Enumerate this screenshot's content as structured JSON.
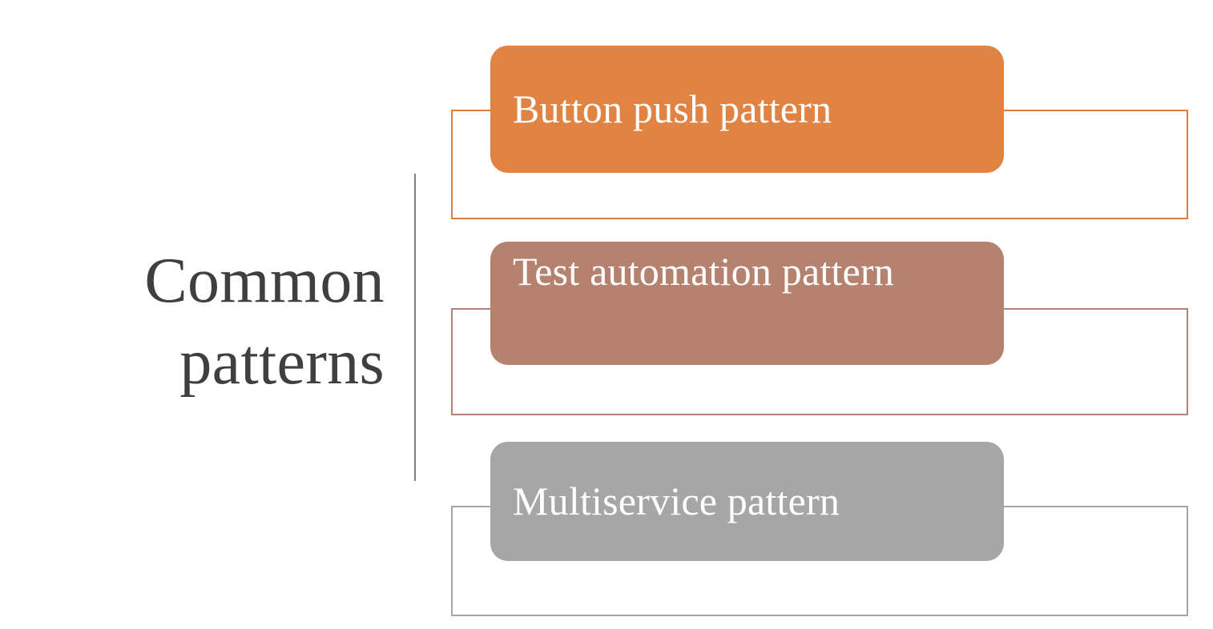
{
  "slide": {
    "title": "Common\npatterns",
    "title_color": "#3f3f3f",
    "background_color": "#ffffff",
    "divider_color": "#7f7f7f"
  },
  "rows": [
    {
      "label": "Button push pattern",
      "chip_color": "#e08343",
      "outline_color": "#dd7e3e",
      "text_color": "#ffffff"
    },
    {
      "label": "Test automation pattern",
      "chip_color": "#b5826f",
      "outline_color": "#b5826f",
      "text_color": "#ffffff"
    },
    {
      "label": "Multiservice pattern",
      "chip_color": "#a6a6a6",
      "outline_color": "#a6a6a6",
      "text_color": "#ffffff"
    }
  ]
}
